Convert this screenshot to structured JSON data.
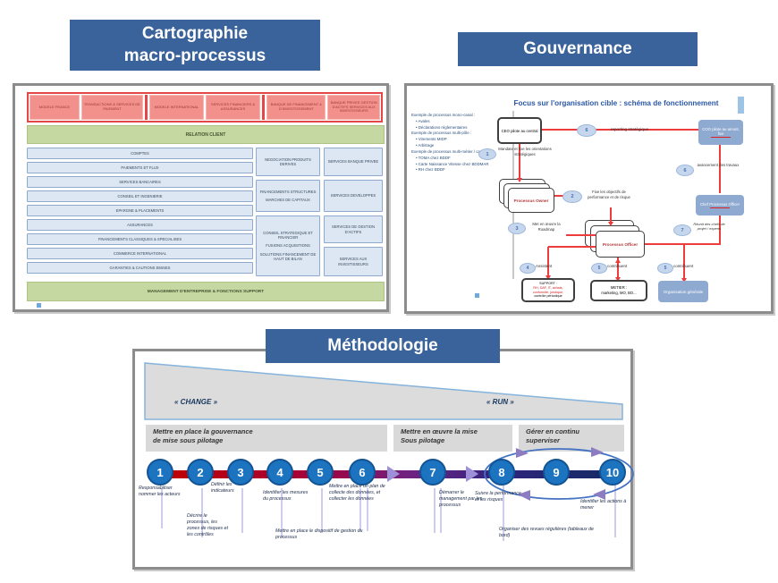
{
  "colors": {
    "banner_blue": "#3A639B",
    "macro_red": "#E34747",
    "macro_salmon": "#F2918B",
    "macro_green": "#C5D8A2",
    "macro_lightblue": "#DCE7F3",
    "gov_red_connector": "#ED3C3C",
    "gov_blue_box": "#8FAAD0",
    "timeline_circle_blue": "#1C73BF",
    "timeline_gradient_start": "#C00000",
    "timeline_gradient_end": "#152A63"
  },
  "banners": {
    "carto_line1": "Cartographie",
    "carto_line2": "macro-processus",
    "gouvernance": "Gouvernance",
    "methodologie": "Méthodologie"
  },
  "cartographie": {
    "top_boxes": [
      "MODELE FRANCE",
      "TRANSACTIONS & SERVICES DE PAIEMENT",
      "MODELE INTERNATIONAL",
      "SERVICES FINANCIERS & ASSURANCES",
      "BANQUE DE FINANCEMENT & D'INVESTISSEMENT",
      "BANQUE PRIVEE GESTION D'ACTIFS SERVICES AUX INVESTISSEURS"
    ],
    "relation_client": "RELATION CLIENT",
    "left_rows": [
      "COMPTES",
      "PAIEMENTS ET FLUX",
      "SERVICES BANCAIRES",
      "CONSEIL ET INGENIERIE",
      "EPARGNE & PLACEMENTS",
      "ASSURANCES",
      "FINANCEMENTS CLASSIQUES & SPECIALISES",
      "COMMERCE INTERNATIONAL",
      "GARANTIES & CAUTIONS EMISES"
    ],
    "mid_boxes": [
      {
        "t1": "NEGOCIATION PRODUITS DERIVES",
        "t2": "",
        "t3": ""
      },
      {
        "t1": "FINANCEMENTS STRUCTURES",
        "t2": "MARCHES DE CAPITAUX",
        "t3": ""
      },
      {
        "t1": "CONSEIL STRATEGIQUE ET FINANCIER",
        "t2": "FUSIONS ACQUISITIONS",
        "t3": "SOLUTIONS FINANCEMENT DE HAUT DE BILAN"
      }
    ],
    "right_boxes": [
      "SERVICES BANQUE PRIVEE",
      "SERVICES DEVELOPPES",
      "SERVICES DE GESTION D'ACTIFS",
      "SERVICES AUX INVESTISSEURS"
    ],
    "management": "MANAGEMENT D'ENTREPRISE  &  FONCTIONS SUPPORT"
  },
  "gouvernance": {
    "title": "Focus sur l'organisation cible : schéma de fonctionnement",
    "sidebar": [
      "Exemple de processus mono-canal :",
      "•  Avales",
      "•  Déclarations réglementaires",
      "Exemple de processus multi-pôle :",
      "•  Virements MIDP",
      "•  Arbitrage",
      "Exemple de processus multi-métier / canal :",
      "•  TOMA chez BDDF",
      "•  Carte Naissance Vitesse chez BDDMAR",
      "•  RH chez BDDF"
    ],
    "ceo_box": "CEO pilote au central",
    "right_top_box": "COO pilote au amont, fixe",
    "owner_box": "Processus Owner",
    "officer_box": "Processus Officer",
    "right_mid_box": "Chef Processus Officer",
    "org_box": "Organisation générale",
    "support_box": {
      "l1": "SUPPORT :",
      "l2": "RH, DAF, IT, achats,",
      "l3": "conformité, juridique,",
      "l4": "contrôle périodique"
    },
    "metier_box": {
      "l1": "METIER :",
      "l2": "marketing, MO, BO..."
    },
    "badges": {
      "mandate": "1",
      "objectifs": "2",
      "roadmap": "3",
      "assistent": "4",
      "contribuent": "5",
      "reporting": "6",
      "avancement": "6",
      "reunit": "7"
    },
    "labels": {
      "mandate": "Mandate et fixe les orientations stratégiques",
      "reporting": "reporting stratégique",
      "objectifs": "Fixe les objectifs de performance et de risque",
      "roadmap": "Met en œuvre la Roadmap",
      "avancement": "avancement des travaux",
      "reunit": "Réunit des chefs de projet / experts",
      "assistent": "Assistent",
      "contribuent1": "contribuent",
      "contribuent2": "contribuent"
    }
  },
  "methodologie": {
    "change": "« CHANGE »",
    "run": "« RUN »",
    "sections": [
      {
        "l1": "Mettre en place la gouvernance",
        "l2": "de mise sous pilotage"
      },
      {
        "l1": "Mettre en œuvre la mise",
        "l2": "Sous pilotage"
      },
      {
        "l1": "Gérer en continu",
        "l2": "superviser"
      }
    ],
    "steps": [
      "1",
      "2",
      "3",
      "4",
      "5",
      "6",
      "7",
      "8",
      "9",
      "10"
    ],
    "annotations": [
      "Responsabiliser nommer les acteurs",
      "Définir les indicateurs",
      "Décrire le processus, les zones de risques et les contrôles",
      "Identifier les mesures du processus",
      "Mettre en place le dispositif de gestion du processus",
      "Mettre en place un plan de collecte des données, et collecter les données",
      "Démarrer le management par les processus",
      "Suivre la performance et les risques",
      "Organiser des revues régulières (tableaux de bord)",
      "Identifier les actions à mener"
    ]
  }
}
